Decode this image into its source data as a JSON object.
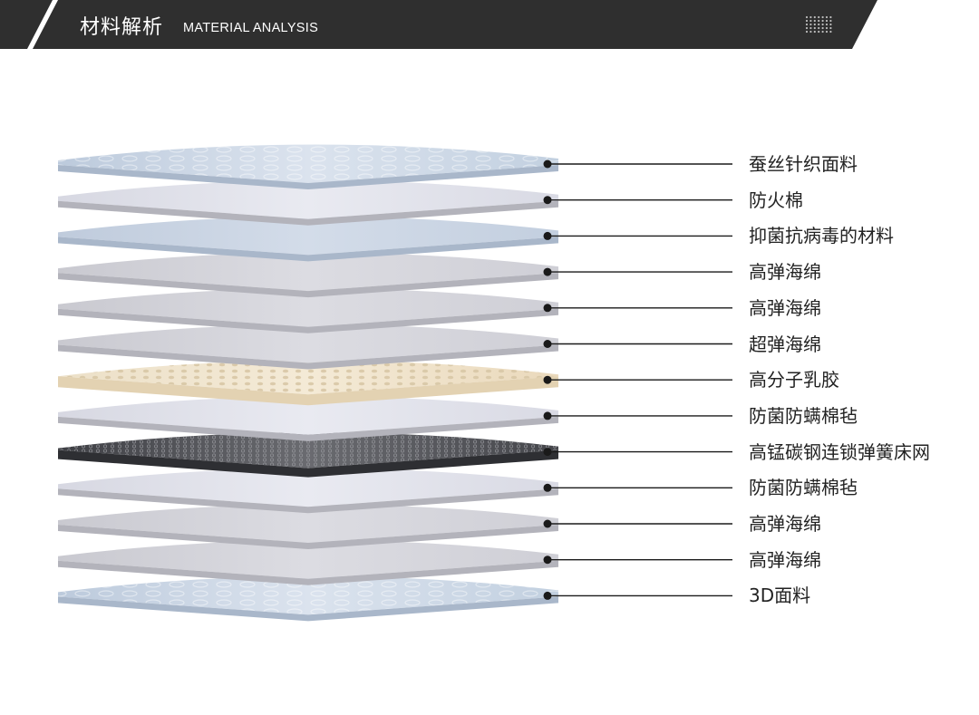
{
  "header": {
    "title_cn": "材料解析",
    "title_en": "MATERIAL ANALYSIS",
    "bar_color": "#2f2f2f",
    "corner_icon": "dot-grid-icon"
  },
  "layers": [
    {
      "label": "蚕丝针织面料",
      "style": "quilted"
    },
    {
      "label": "防火棉",
      "style": "felt"
    },
    {
      "label": "抑菌抗病毒的材料",
      "style": "blue"
    },
    {
      "label": "高弹海绵",
      "style": "gray"
    },
    {
      "label": "高弹海绵",
      "style": "gray"
    },
    {
      "label": "超弹海绵",
      "style": "gray"
    },
    {
      "label": "高分子乳胶",
      "style": "latex"
    },
    {
      "label": "防菌防螨棉毡",
      "style": "felt"
    },
    {
      "label": "高锰碳钢连锁弹簧床网",
      "style": "spring"
    },
    {
      "label": "防菌防螨棉毡",
      "style": "felt"
    },
    {
      "label": "高弹海绵",
      "style": "gray"
    },
    {
      "label": "高弹海绵",
      "style": "gray"
    },
    {
      "label": "3D面料",
      "style": "quilted-bottom"
    }
  ],
  "colors": {
    "leader_line": "#1a1a1a",
    "label_text": "#222222"
  }
}
